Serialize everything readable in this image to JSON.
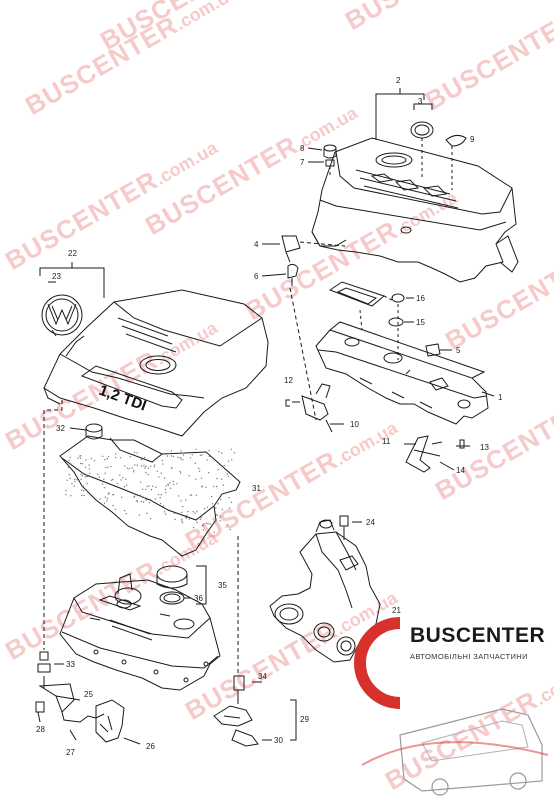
{
  "watermark": {
    "brand": "BUSCENTER",
    "domain": ".com.ua"
  },
  "logo": {
    "name": "BUSCENTER",
    "subtitle": "АВТОМОБІЛЬНІ ЗАПЧАСТИНИ"
  },
  "engine_cover_marking": "1,2 TDI",
  "callouts": [
    "1",
    "2",
    "3",
    "4",
    "5",
    "6",
    "7",
    "8",
    "9",
    "10",
    "11",
    "12",
    "13",
    "14",
    "15",
    "16",
    "21",
    "22",
    "23",
    "24",
    "25",
    "26",
    "27",
    "28",
    "29",
    "30",
    "31",
    "32",
    "33",
    "34",
    "35",
    "36"
  ],
  "colors": {
    "line": "#1a1a1a",
    "watermark": "#e65050",
    "logo_red": "#d8302a"
  }
}
